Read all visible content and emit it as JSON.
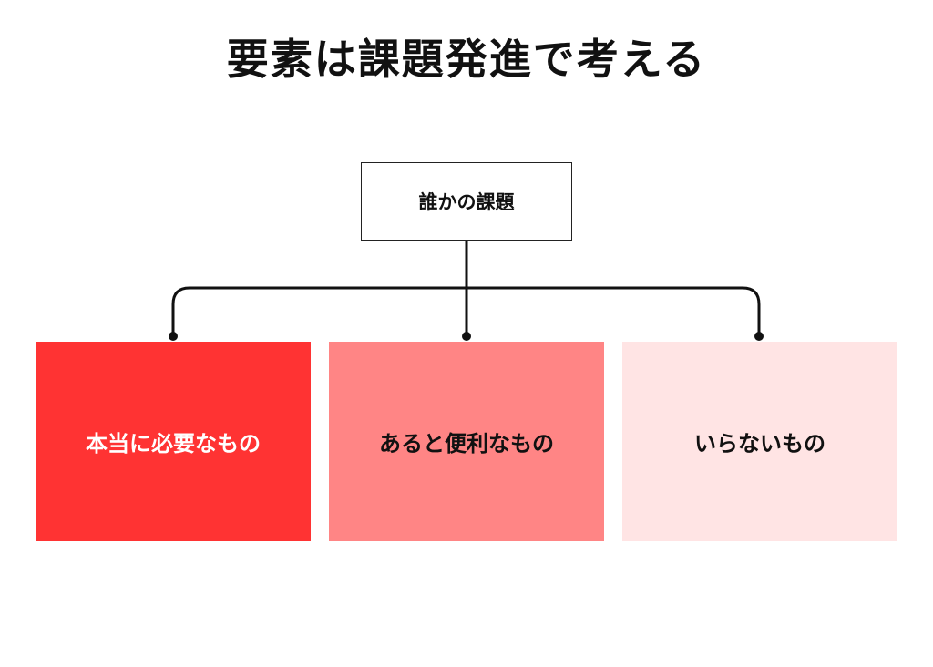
{
  "title": "要素は課題発進で考える",
  "root": {
    "label": "誰かの課題"
  },
  "children": [
    {
      "label": "本当に必要なもの",
      "color": "#FF3333",
      "text_color": "#FFFFFF"
    },
    {
      "label": "あると便利なもの",
      "color": "#FF8585",
      "text_color": "#111111"
    },
    {
      "label": "いらないもの",
      "color": "#FFE4E4",
      "text_color": "#111111"
    }
  ],
  "connector_color": "#111111"
}
